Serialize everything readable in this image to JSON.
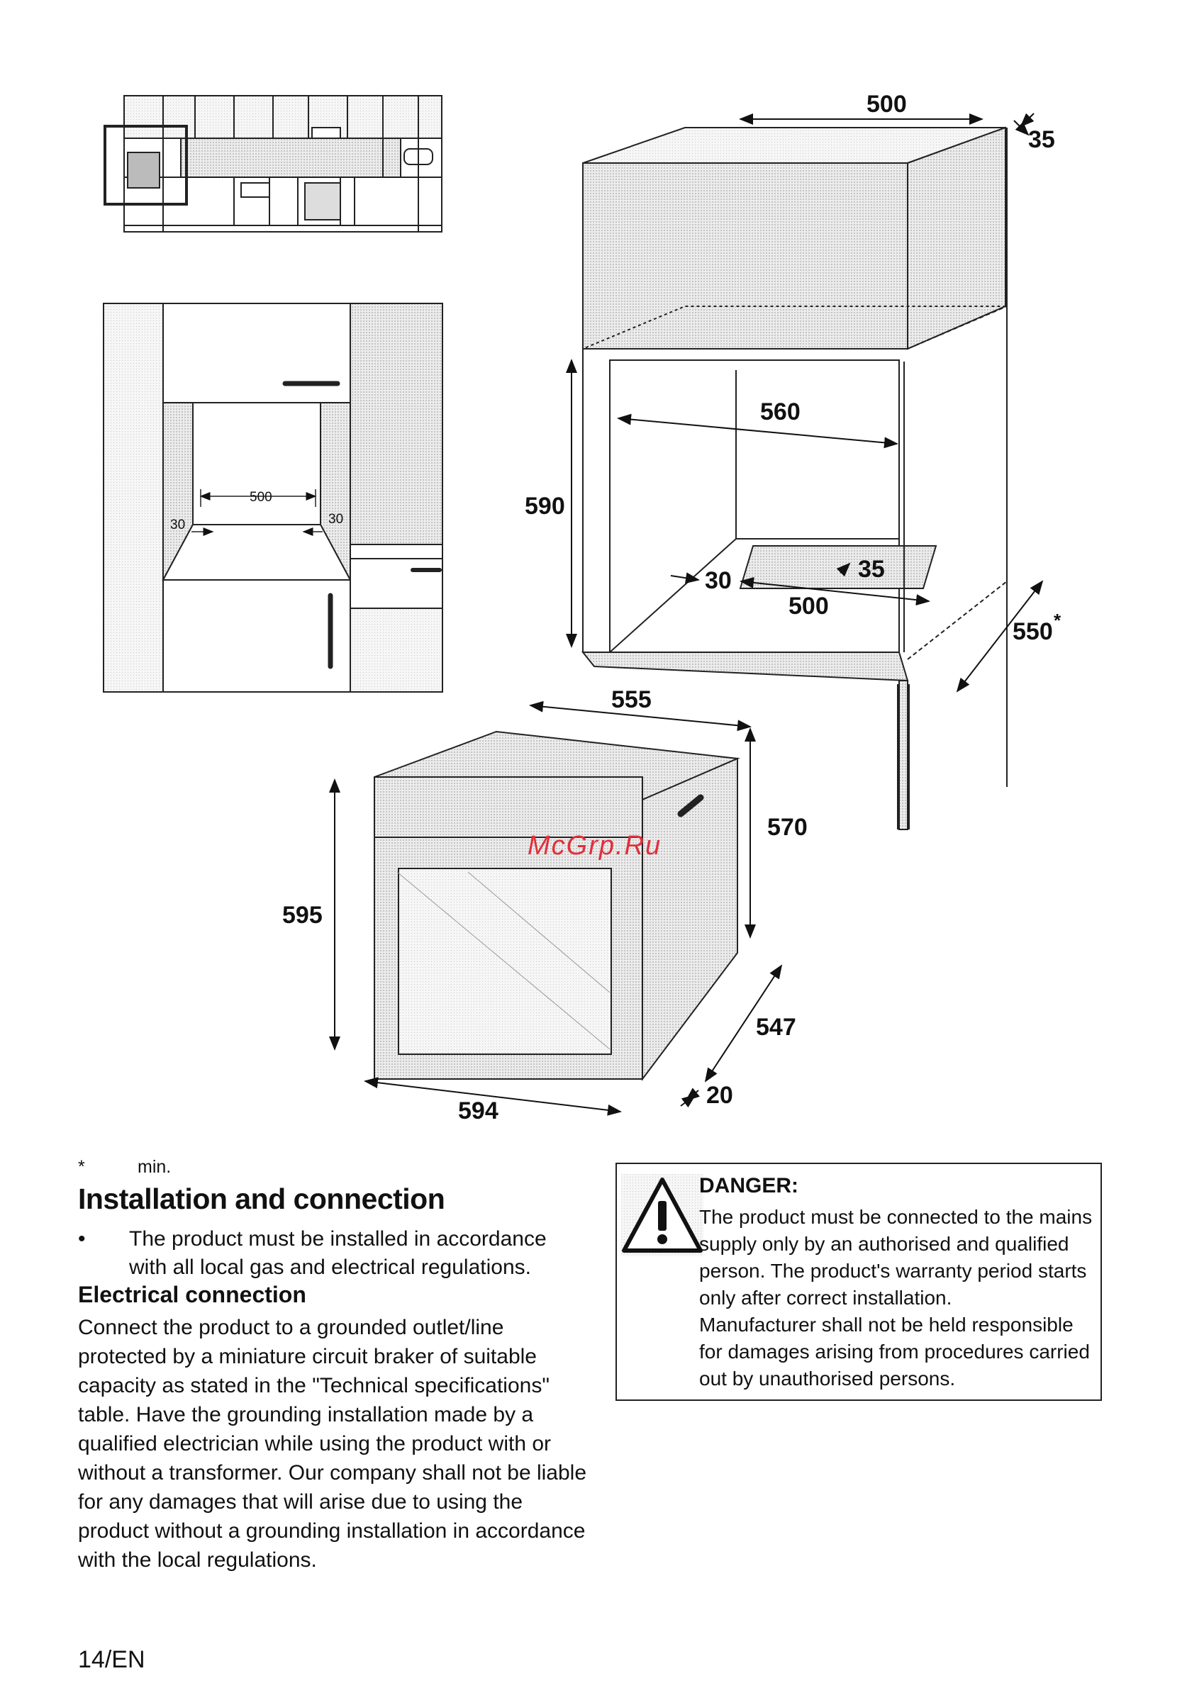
{
  "diagram": {
    "dimensions": {
      "niche_depth_top": "500",
      "cabinet_offset": "35",
      "niche_width": "560",
      "niche_height": "590",
      "gap_left": "30",
      "vent_depth": "35",
      "vent_width": "500",
      "niche_depth": "550",
      "niche_depth_mark": "*",
      "oven_depth_top": "555",
      "oven_height_body": "570",
      "oven_height_front": "595",
      "oven_side_depth": "547",
      "door_thickness": "20",
      "oven_width": "594"
    },
    "front_view_dimensions": {
      "width": "500",
      "left_gap": "30",
      "right_gap": "30"
    },
    "watermark": "McGrp.Ru"
  },
  "footnote": {
    "mark": "*",
    "text": "min."
  },
  "section": {
    "title": "Installation and connection",
    "bullet": "The product must be installed in accordance with all local gas and electrical regulations.",
    "subheading": "Electrical connection",
    "paragraph": "Connect the product to a grounded outlet/line protected by a miniature circuit braker of suitable capacity as stated in the \"Technical specifications\" table. Have the grounding installation made by a qualified electrician while using the product with or without a transformer. Our company shall not be liable for any damages that will arise due to using the product without a grounding installation in accordance with the local regulations."
  },
  "danger": {
    "icon": "warning-triangle-icon",
    "title": "DANGER:",
    "line1": "The product must be connected to the mains supply only by an authorised and qualified person. The product's warranty period starts only after correct installation.",
    "line2": "Manufacturer shall not be held responsible for damages arising from procedures carried out by unauthorised persons."
  },
  "page_number": "14/EN"
}
